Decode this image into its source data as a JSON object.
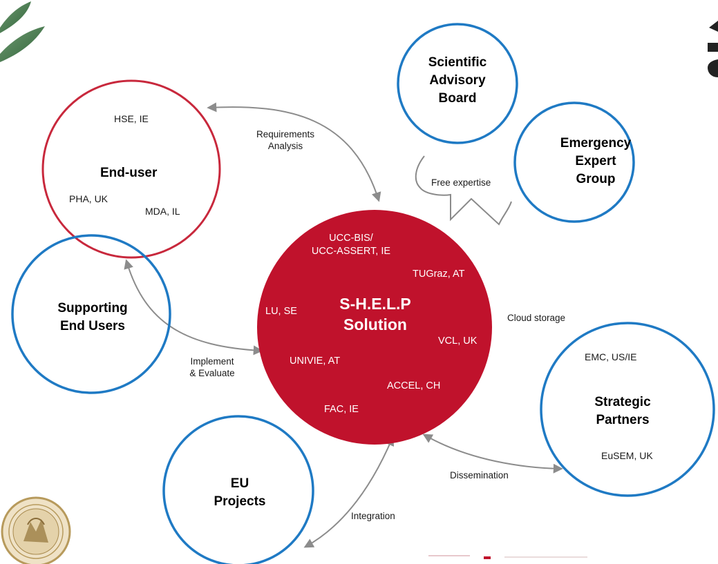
{
  "colors": {
    "core_fill": "#c0122c",
    "end_user_ring": "#c8283c",
    "stakeholder_ring": "#1f7ac4",
    "connector": "#8c8c8c",
    "bracket": "#8a8a8a"
  },
  "core": {
    "title": "S-H.E.L.P\nSolution",
    "partners": [
      "UCC-BIS/\nUCC-ASSERT, IE",
      "TUGraz, AT",
      "LU, SE",
      "VCL, UK",
      "UNIVIE,  AT",
      "ACCEL, CH",
      "FAC, IE"
    ]
  },
  "end_user": {
    "title": "End-user",
    "members": [
      "HSE, IE",
      "PHA, UK",
      "MDA, IL"
    ]
  },
  "supporting_end_users": {
    "title": "Supporting\nEnd Users"
  },
  "scientific_advisory_board": {
    "title": "Scientific\nAdvisory\nBoard"
  },
  "emergency_expert_group": {
    "title": "Emergency\nExpert\nGroup"
  },
  "strategic_partners": {
    "title": "Strategic\nPartners",
    "members": [
      "EMC, US/IE",
      "EuSEM, UK"
    ]
  },
  "eu_projects": {
    "title": "EU\nProjects"
  },
  "connections": {
    "requirements_analysis": "Requirements\nAnalysis",
    "implement_evaluate": "Implement\n& Evaluate",
    "free_expertise": "Free expertise",
    "cloud_storage": "Cloud storage",
    "dissemination": "Dissemination",
    "integration": "Integration"
  },
  "icons": [
    "university-seal-icon",
    "leaf-logo-icon"
  ]
}
